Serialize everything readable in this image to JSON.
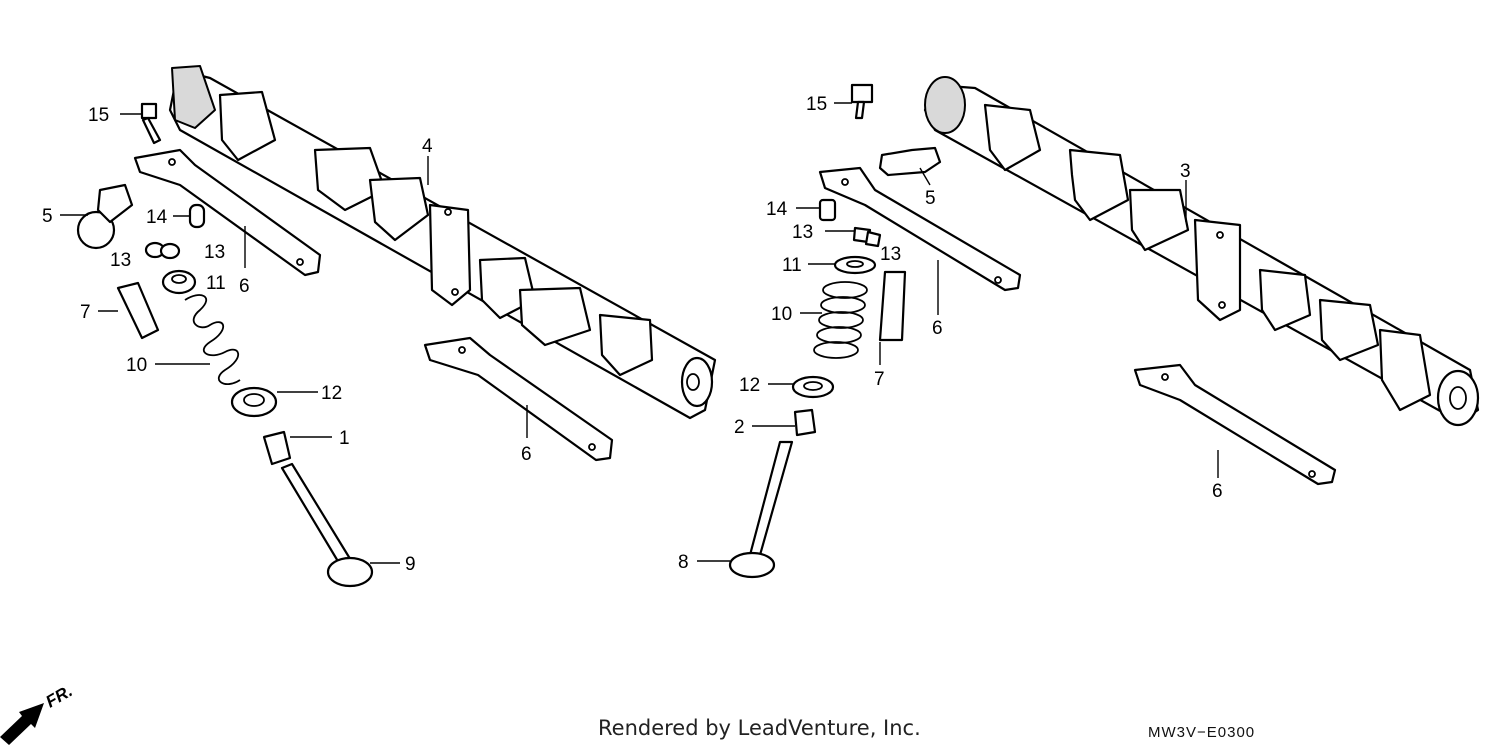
{
  "credit": "Rendered by LeadVenture, Inc.",
  "diagram_code": "MW3V−E0300",
  "direction": {
    "label": "FR."
  },
  "callouts": {
    "c1": "1",
    "c2": "2",
    "c3": "3",
    "c4": "4",
    "c5a": "5",
    "c5b": "5",
    "c6a": "6",
    "c6b": "6",
    "c6c": "6",
    "c6d": "6",
    "c7a": "7",
    "c7b": "7",
    "c8": "8",
    "c9": "9",
    "c10a": "10",
    "c10b": "10",
    "c11a": "11",
    "c11b": "11",
    "c12a": "12",
    "c12b": "12",
    "c13a": "13",
    "c13b": "13",
    "c13c": "13",
    "c13d": "13",
    "c14a": "14",
    "c14b": "14",
    "c15a": "15",
    "c15b": "15"
  }
}
